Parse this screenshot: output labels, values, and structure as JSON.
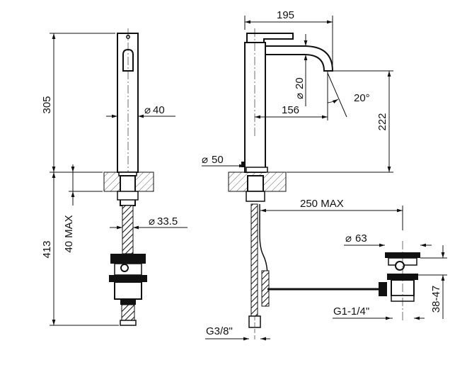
{
  "dimensions": {
    "overall_width": "195",
    "body_height": "305",
    "body_diameter": "40",
    "under_counter_height": "413",
    "counter_thickness": "40 MAX",
    "shank_diameter": "33.5",
    "spout_diameter": "20",
    "spout_reach": "156",
    "spout_angle": "20°",
    "spout_height": "222",
    "base_diameter": "50",
    "waste_reach": "250 MAX",
    "waste_plug_diameter": "63",
    "waste_thread": "G1-1/4\"",
    "waste_plug_range": "38-47",
    "hose_thread": "G3/8\""
  },
  "symbols": {
    "diameter": "⌀"
  }
}
